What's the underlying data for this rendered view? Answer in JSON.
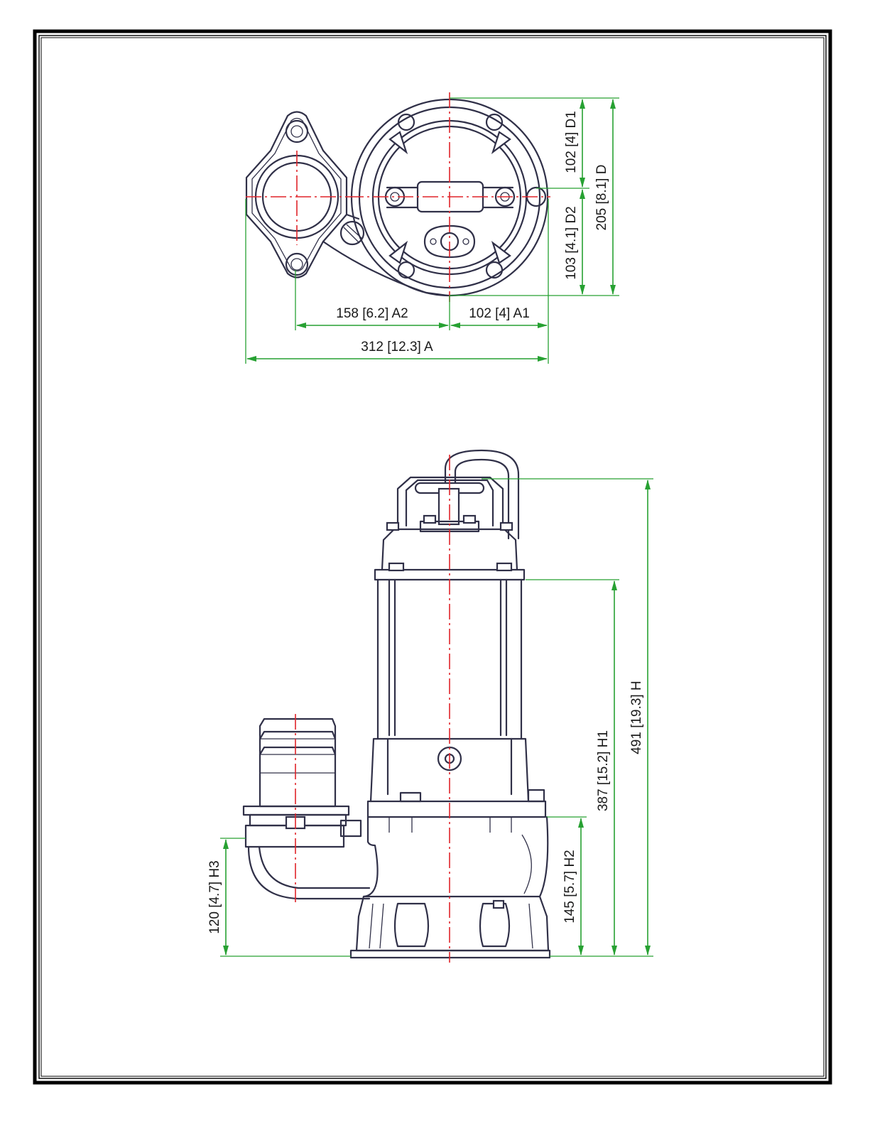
{
  "colors": {
    "outline": "#303048",
    "centerline": "#e0242a",
    "dimension": "#27a132",
    "text": "#1a1a1a"
  },
  "top_view": {
    "dimensions": {
      "A": "312 [12.3] A",
      "A1": "102 [4] A1",
      "A2": "158 [6.2] A2",
      "D": "205 [8.1] D",
      "D1": "102 [4] D1",
      "D2": "103 [4.1] D2"
    }
  },
  "side_view": {
    "dimensions": {
      "H": "491 [19.3] H",
      "H1": "387 [15.2] H1",
      "H2": "145 [5.7] H2",
      "H3": "120 [4.7] H3"
    }
  }
}
